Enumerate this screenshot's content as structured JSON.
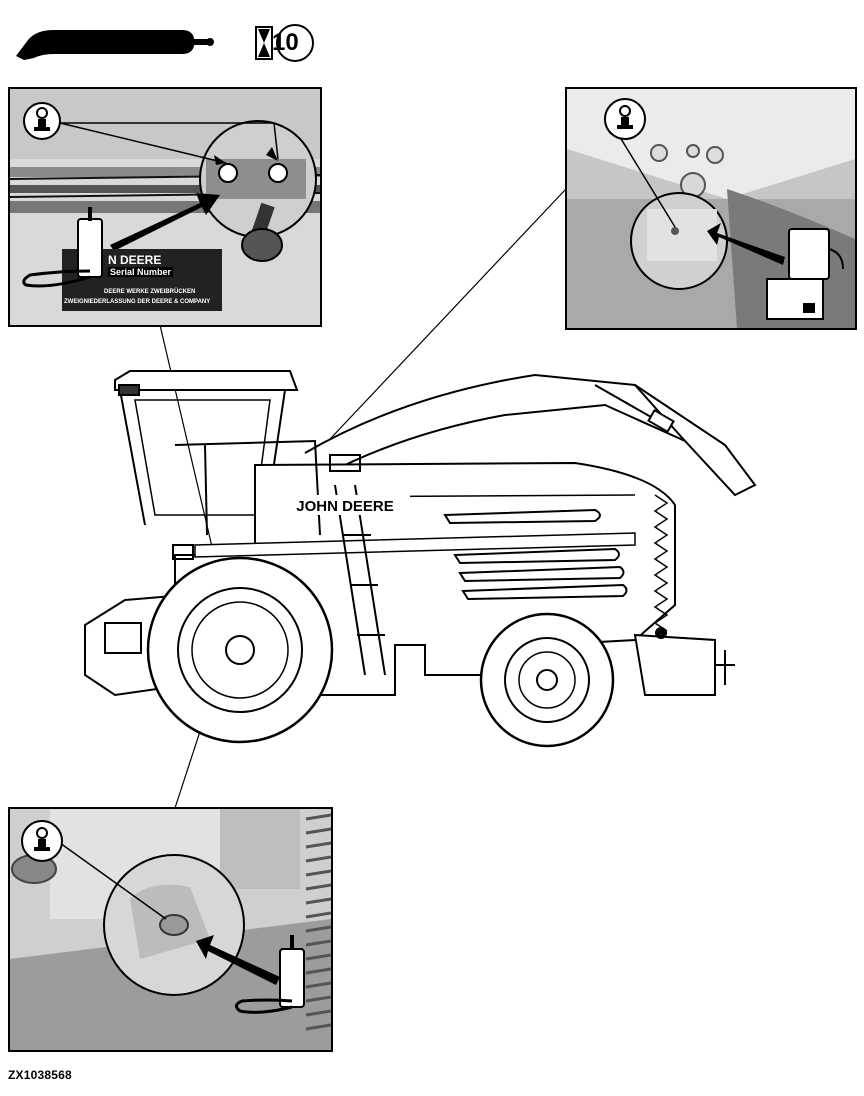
{
  "header": {
    "interval_hours": "10",
    "grease_gun_icon": "grease-gun-icon",
    "hourglass_icon": "hourglass-icon"
  },
  "panels": {
    "top_left": {
      "plate_brand": "N DEERE",
      "plate_serial": "Serial Number",
      "plate_line1": "DEERE WERKE ZWEIBRÜCKEN",
      "plate_line2": "ZWEIGNIEDERLASSUNG DER DEERE & COMPANY",
      "lube_icon": "lubrication-point-icon"
    },
    "top_right": {
      "lube_icon": "lubrication-point-icon"
    },
    "bottom_left": {
      "lube_icon": "lubrication-point-icon"
    }
  },
  "machine": {
    "brand_text": "JOHN DEERE"
  },
  "footer": {
    "reference_code": "ZX1038568"
  }
}
